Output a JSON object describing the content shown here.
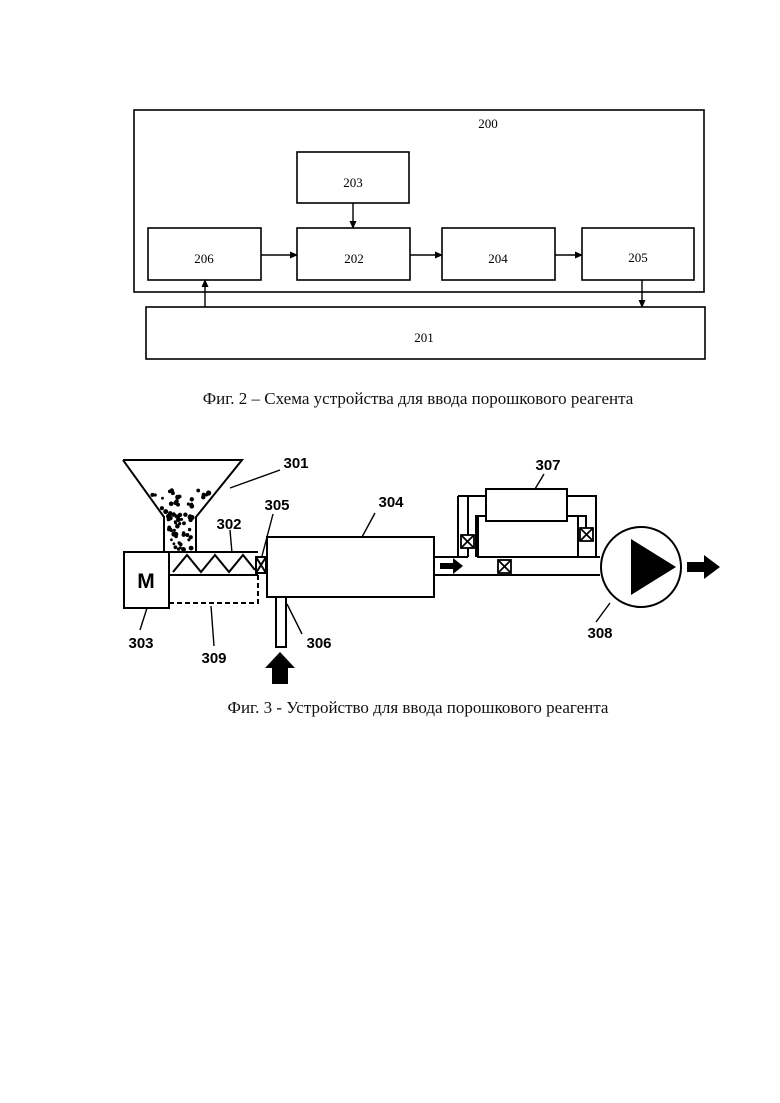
{
  "figure2": {
    "labels": {
      "outer": "200",
      "top": "203",
      "b206": "206",
      "b202": "202",
      "b204": "204",
      "b205": "205",
      "bottom": "201"
    },
    "caption": "Фиг. 2 – Схема устройства для ввода порошкового реагента"
  },
  "figure3": {
    "motor_letter": "M",
    "labels": {
      "l301": "301",
      "l302": "302",
      "l303": "303",
      "l304": "304",
      "l305": "305",
      "l306": "306",
      "l307": "307",
      "l308": "308",
      "l309": "309"
    },
    "caption": "Фиг. 3 - Устройство для ввода порошкового реагента"
  }
}
